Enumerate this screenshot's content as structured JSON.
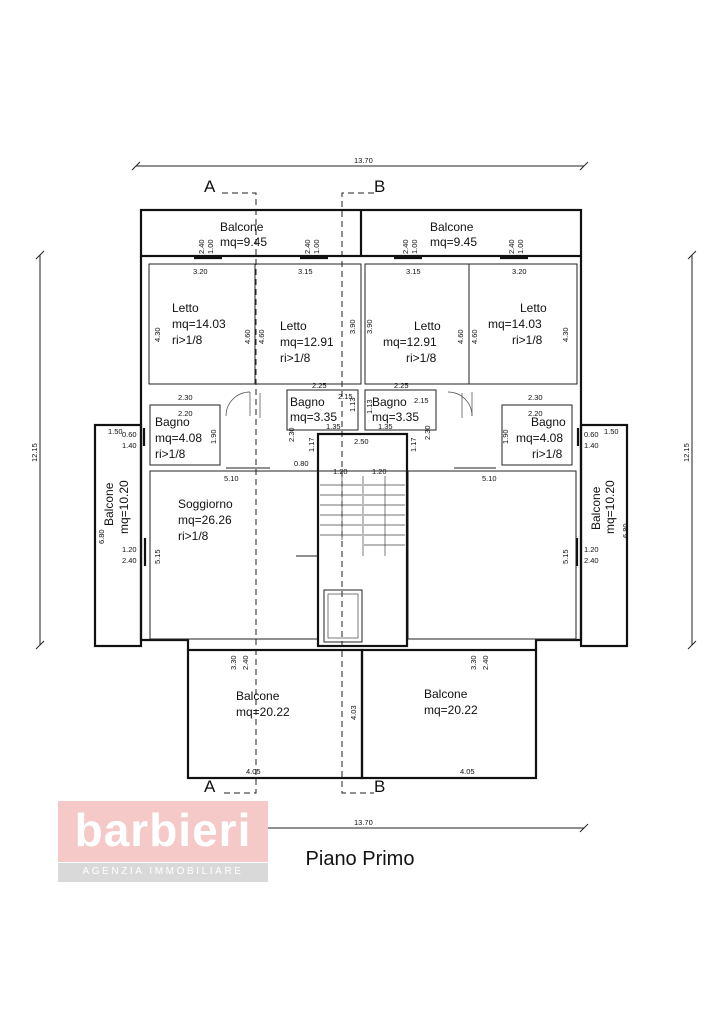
{
  "title": "Piano Primo",
  "logo": {
    "name": "barbieri",
    "tagline": "AGENZIA IMMOBILIARE",
    "color": "#f4c9c7"
  },
  "sections": {
    "a": "A",
    "b": "B"
  },
  "overall": {
    "width": "13.70",
    "depth": "12.15"
  },
  "rooms": {
    "balcone_top_l": {
      "name": "Balcone",
      "area": "mq=9.45"
    },
    "balcone_top_r": {
      "name": "Balcone",
      "area": "mq=9.45"
    },
    "letto_ll": {
      "name": "Letto",
      "area": "mq=14.03",
      "ratio": "ri>1/8"
    },
    "letto_lr": {
      "name": "Letto",
      "area": "mq=12.91",
      "ratio": "ri>1/8"
    },
    "letto_rl": {
      "name": "Letto",
      "area": "mq=12.91",
      "ratio": "ri>1/8"
    },
    "letto_rr": {
      "name": "Letto",
      "area": "mq=14.03",
      "ratio": "ri>1/8"
    },
    "bagno_small_l": {
      "name": "Bagno",
      "area": "mq=3.35"
    },
    "bagno_small_r": {
      "name": "Bagno",
      "area": "mq=3.35"
    },
    "bagno_l": {
      "name": "Bagno",
      "area": "mq=4.08",
      "ratio": "ri>1/8"
    },
    "bagno_r": {
      "name": "Bagno",
      "area": "mq=4.08",
      "ratio": "ri>1/8"
    },
    "soggiorno": {
      "name": "Soggiorno",
      "area": "mq=26.26",
      "ratio": "ri>1/8"
    },
    "balcone_side_l": {
      "name": "Balcone",
      "area": "mq=10.20"
    },
    "balcone_side_r": {
      "name": "Balcone",
      "area": "mq=10.20"
    },
    "balcone_bot_l": {
      "name": "Balcone",
      "area": "mq=20.22"
    },
    "balcone_bot_r": {
      "name": "Balcone",
      "area": "mq=20.22"
    }
  },
  "dims": {
    "d_320": "3.20",
    "d_315": "3.15",
    "d_240": "2.40",
    "d_100": "1.00",
    "d_430": "4.30",
    "d_460": "4.60",
    "d_390": "3.90",
    "d_230": "2.30",
    "d_220": "2.20",
    "d_225": "2.25",
    "d_215": "2.15",
    "d_135": "1.35",
    "d_113": "1.13",
    "d_060": "0.60",
    "d_150": "1.50",
    "d_140": "1.40",
    "d_190": "1.90",
    "d_117": "1.17",
    "d_080": "0.80",
    "d_250": "2.50",
    "d_120": "1.20",
    "d_510": "5.10",
    "d_680": "6.80",
    "d_515": "5.15",
    "d_330": "3.30",
    "d_403": "4.03",
    "d_405": "4.05"
  }
}
